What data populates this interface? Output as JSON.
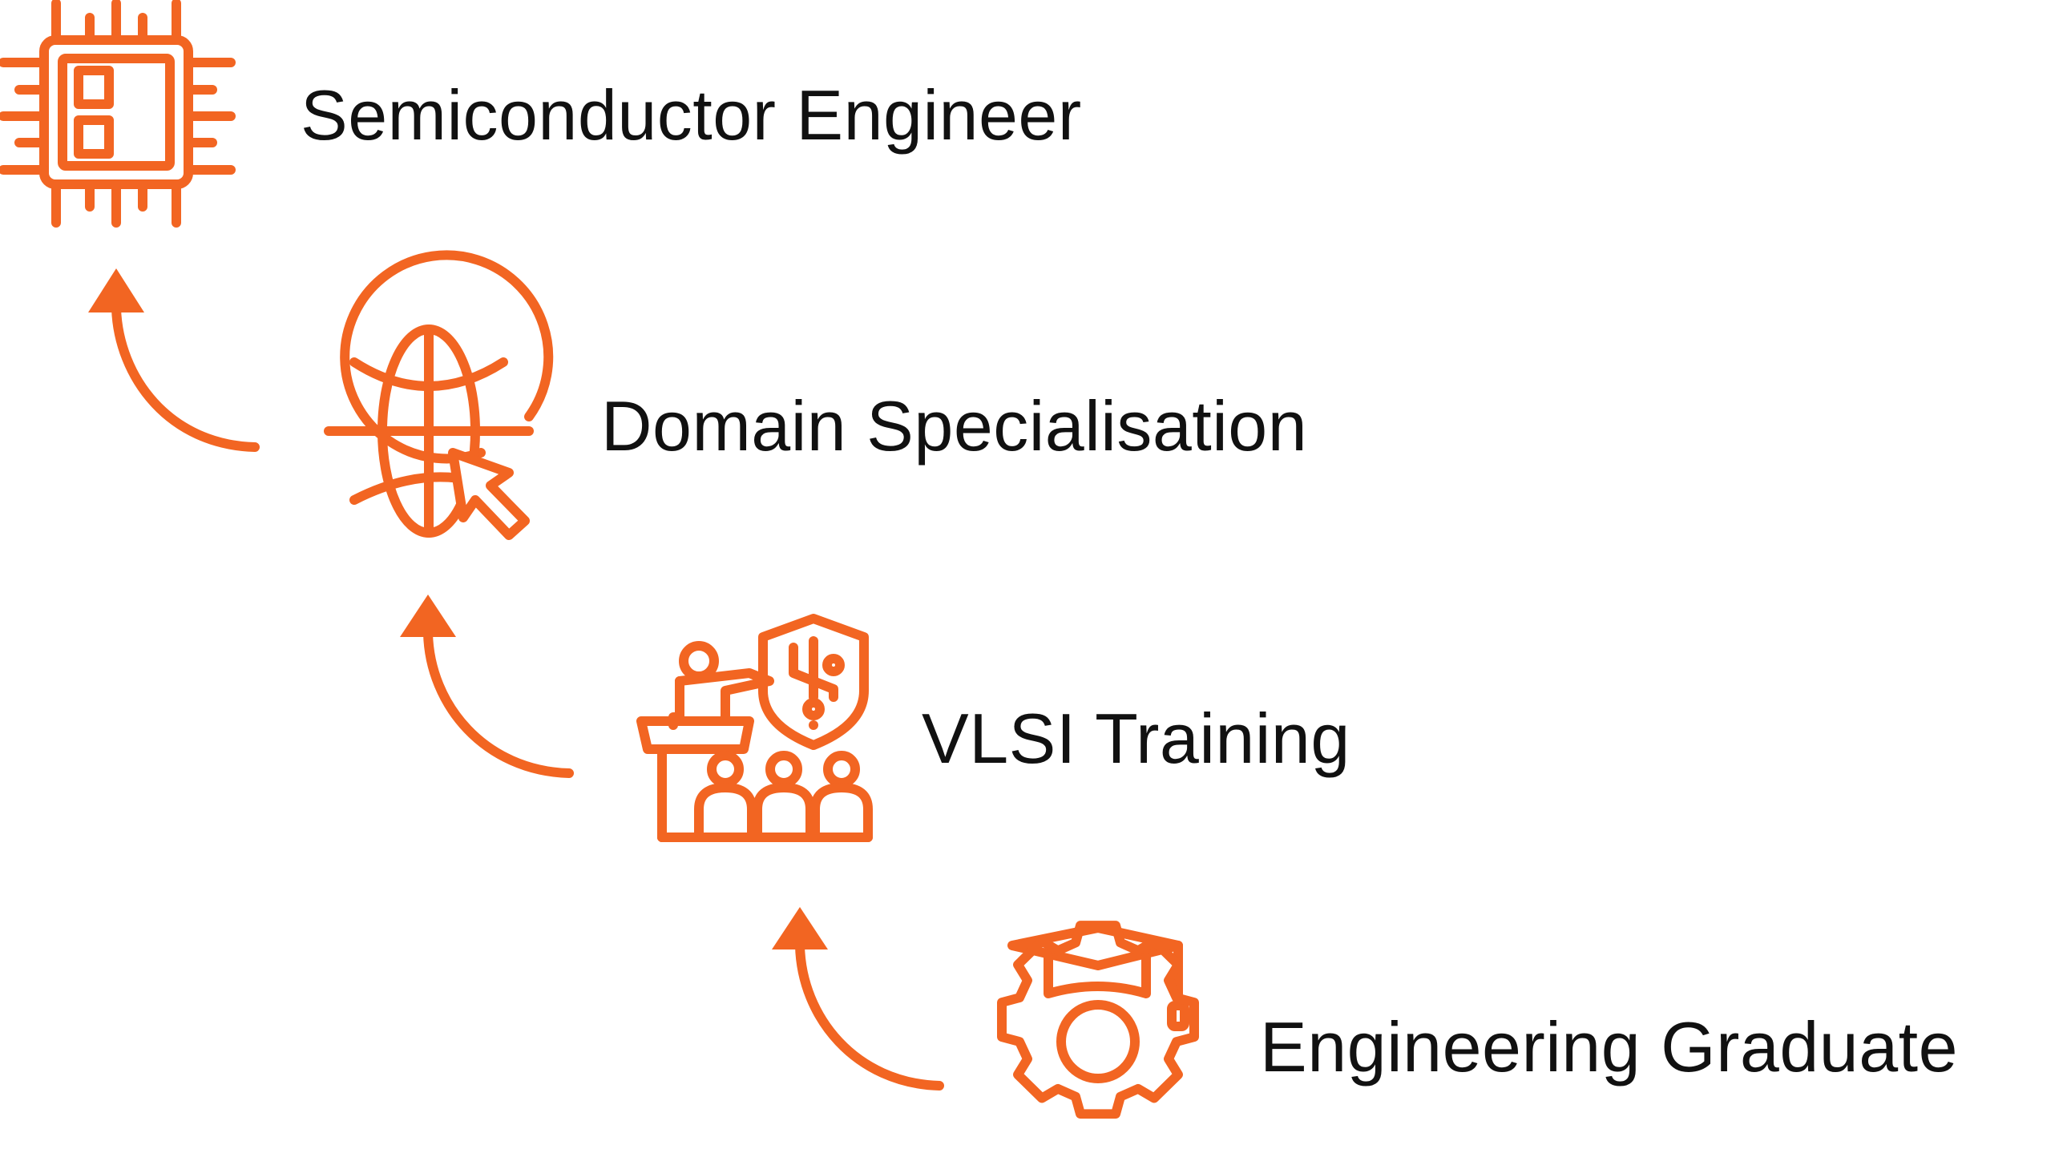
{
  "accent_color": "#F26522",
  "text_color": "#111111",
  "steps": [
    {
      "label": "Semiconductor Engineer",
      "icon": "microchip-icon"
    },
    {
      "label": "Domain Specialisation",
      "icon": "globe-cursor-icon"
    },
    {
      "label": "VLSI Training",
      "icon": "presentation-training-icon"
    },
    {
      "label": "Engineering Graduate",
      "icon": "graduation-gear-icon"
    }
  ],
  "connectors": [
    "curved-arrow-icon",
    "curved-arrow-icon",
    "curved-arrow-icon"
  ]
}
